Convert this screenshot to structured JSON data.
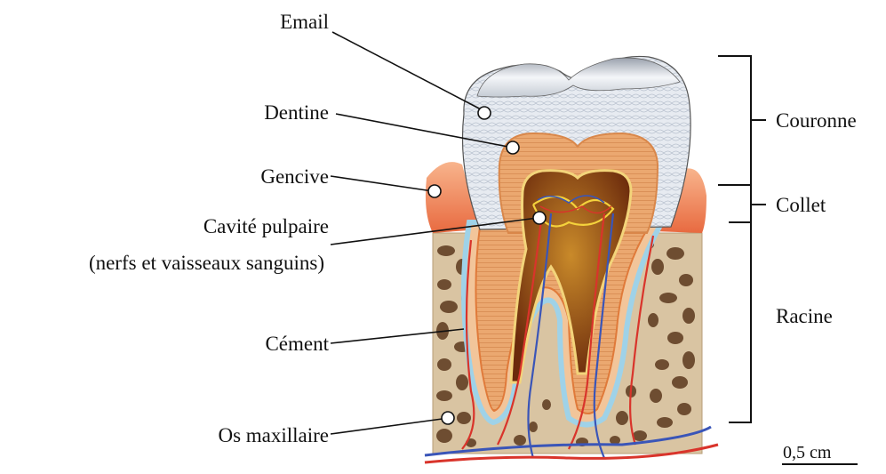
{
  "labels": {
    "email": "Email",
    "dentine": "Dentine",
    "gencive": "Gencive",
    "cavite_line1": "Cavité pulpaire",
    "cavite_line2": "(nerfs et vaisseaux sanguins)",
    "cement": "Cément",
    "os": "Os maxillaire",
    "couronne": "Couronne",
    "collet": "Collet",
    "racine": "Racine",
    "scale": "0,5 cm"
  },
  "colors": {
    "enamel": "#e4e8ee",
    "dentin": "#e9a56a",
    "pulp": "#8a3b12",
    "gum": "#f08a5a",
    "bone": "#d8c3a0",
    "bone_hole": "#7a5a3c",
    "cement": "#a9d6ea",
    "artery": "#d9342b",
    "vein": "#3a55b8",
    "nerve": "#f4d23c"
  }
}
